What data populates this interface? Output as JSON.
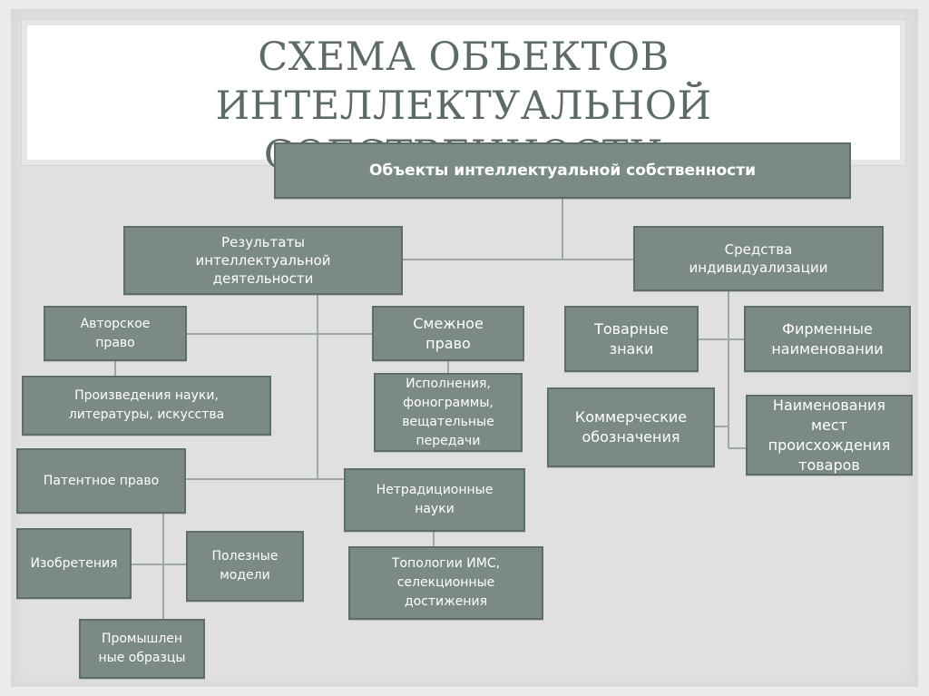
{
  "slide": {
    "title_lines": [
      "СХЕМА ОБЪЕКТОВ ИНТЕЛЛЕКТУАЛЬНОЙ",
      "СОБСТВЕННОСТИ"
    ]
  },
  "nodes": {
    "root": "Объекты интеллектуальной собственности",
    "results": "Результаты\nинтеллектуальной\nдеятельности",
    "means": "Средства\nиндивидуализации",
    "copyright": "Авторское\nправо",
    "related": "Смежное\nправо",
    "works": "Произведения науки,\nлитературы, искусства",
    "performances": "Исполнения,\nфонограммы,\nвещательные\nпередачи",
    "patent": "Патентное право",
    "nontraditional": "Нетрадиционные\nнауки",
    "inventions": "Изобретения",
    "utility_models": "Полезные\nмодели",
    "topologies": "Топологии ИМС,\nселекционные\nдостижения",
    "industrial_designs": "Промышлен\nные образцы",
    "trademarks": "Товарные\nзнаки",
    "trade_names": "Фирменные\nнаименовании",
    "commercial_designations": "Коммерческие\nобозначения",
    "appellations": "Наименования\nмест\nпроисхождения\nтоваров"
  }
}
